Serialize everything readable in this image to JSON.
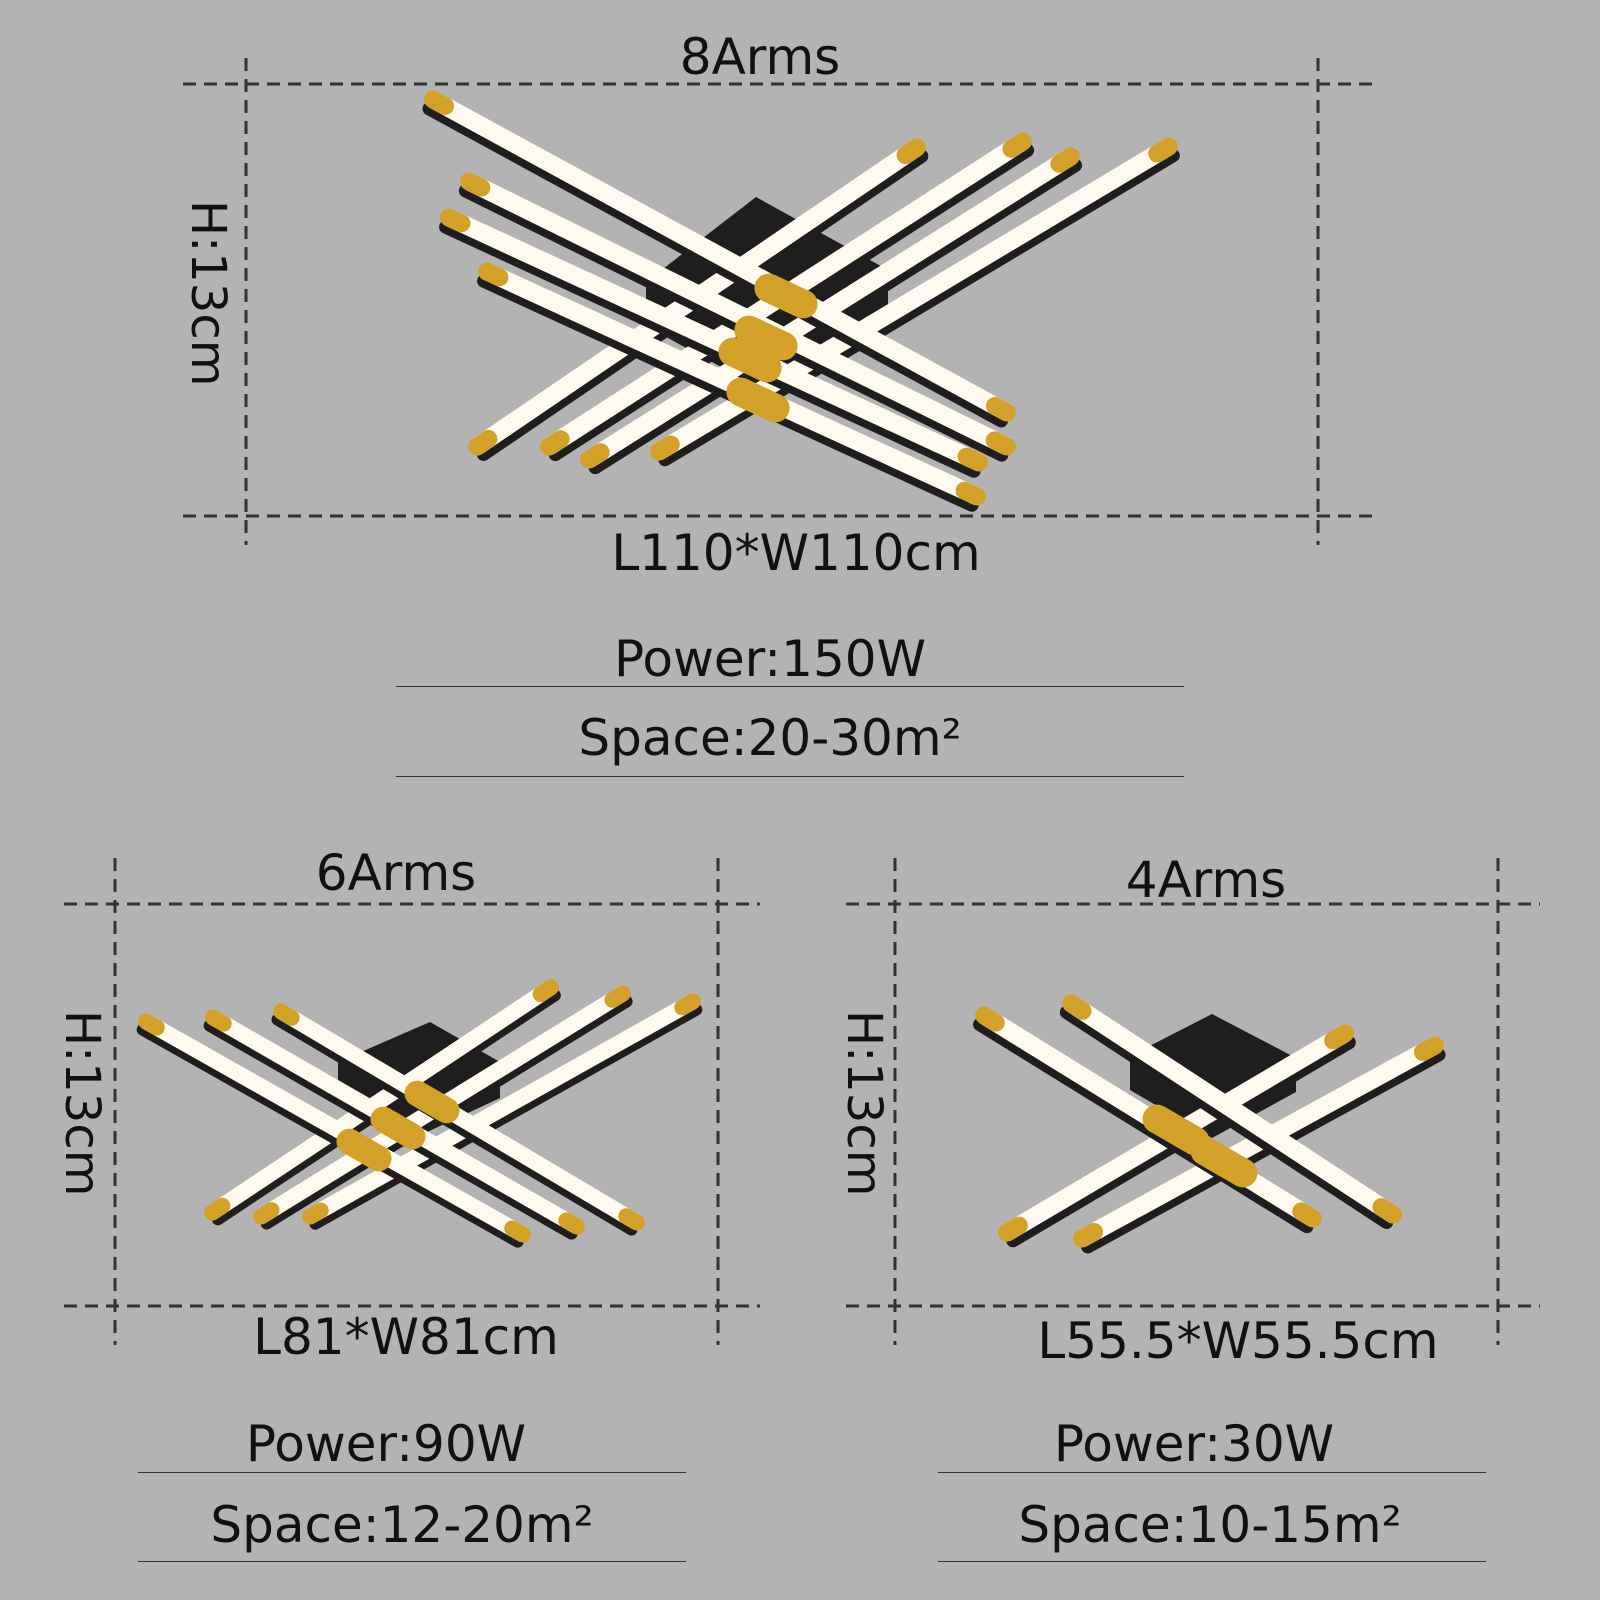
{
  "variants": [
    {
      "arms": "8Arms",
      "height": "H:13cm",
      "size": "L110*W110cm",
      "power": "Power:150W",
      "space": "Space:20-30m²"
    },
    {
      "arms": "6Arms",
      "height": "H:13cm",
      "size": "L81*W81cm",
      "power": "Power:90W",
      "space": "Space:12-20m²"
    },
    {
      "arms": "4Arms",
      "height": "H:13cm",
      "size": "L55.5*W55.5cm",
      "power": "Power:30W",
      "space": "Space:10-15m²"
    }
  ],
  "colors": {
    "background": "#b3b3b3",
    "frame": "#1e1e1e",
    "led": "#fffaf0",
    "gold": "#d4a128",
    "dash": "#333333"
  }
}
